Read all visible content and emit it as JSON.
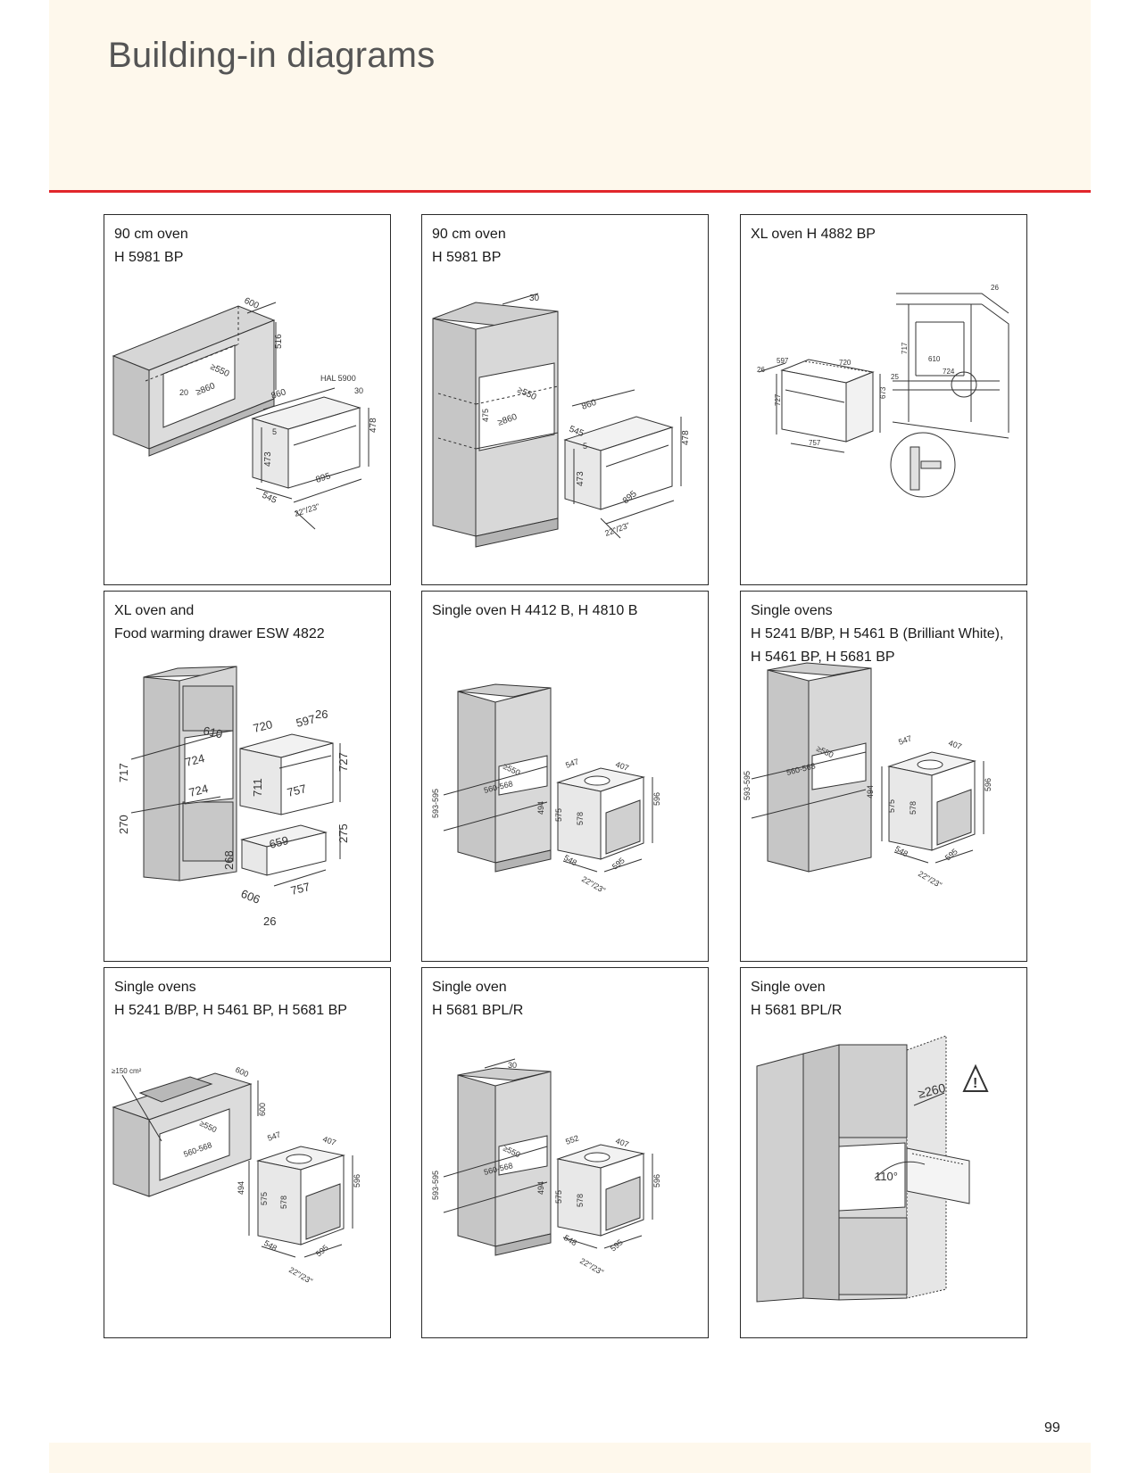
{
  "page": {
    "title": "Building-in diagrams",
    "number": "99"
  },
  "colors": {
    "accent_rule": "#e1262b",
    "band": "#fef8ec"
  },
  "panels": [
    {
      "lines": [
        "90 cm oven",
        "H 5981 BP"
      ],
      "dims": {
        "a": "600",
        "b": "516",
        "c": "≥550",
        "d": "≥860",
        "e": "20",
        "f": "HAL 5900",
        "g": "30",
        "h": "860",
        "i": "5",
        "j": "478",
        "k": "473",
        "l": "895",
        "m": "545",
        "n": "22\"/23\""
      }
    },
    {
      "lines": [
        "90 cm oven",
        "H 5981 BP"
      ],
      "dims": {
        "a": "30",
        "b": "≥550",
        "c": "475",
        "d": "≥860",
        "e": "860",
        "f": "545",
        "g": "5",
        "h": "478",
        "i": "473",
        "j": "895",
        "k": "22\"/23\""
      }
    },
    {
      "lines": [
        "XL oven H 4882 BP"
      ],
      "dims": {
        "a": "26",
        "b": "597",
        "c": "720",
        "d": "727",
        "e": "673",
        "f": "757",
        "g": "717",
        "h": "610",
        "i": "724",
        "j": "25",
        "k": "26"
      }
    },
    {
      "lines": [
        "XL oven and",
        "Food warming drawer ESW 4822"
      ],
      "dims": {
        "a": "717",
        "b": "610",
        "c": "724",
        "d": "724",
        "e": "270",
        "f": "720",
        "g": "597",
        "h": "26",
        "i": "711",
        "j": "757",
        "k": "727",
        "l": "659",
        "m": "275",
        "n": "268",
        "o": "606",
        "p": "757",
        "q": "26"
      }
    },
    {
      "lines": [
        "Single oven H 4412 B, H 4810 B"
      ],
      "dims": {
        "a": "593-595",
        "b": "≥550",
        "c": "560-568",
        "d": "547",
        "e": "407",
        "f": "494",
        "g": "575",
        "h": "578",
        "i": "596",
        "j": "548",
        "k": "595",
        "l": "22\"/23\""
      }
    },
    {
      "lines": [
        "Single ovens",
        "H 5241 B/BP, H 5461 B (Brilliant White),",
        "H 5461 BP, H 5681 BP"
      ],
      "dims": {
        "a": "593-595",
        "b": "≥550",
        "c": "560-568",
        "d": "547",
        "e": "407",
        "f": "494",
        "g": "575",
        "h": "578",
        "i": "596",
        "j": "548",
        "k": "595",
        "l": "22\"/23\""
      }
    },
    {
      "lines": [
        "Single ovens",
        "H 5241 B/BP, H 5461 BP, H 5681 BP"
      ],
      "dims": {
        "a": "≥150 cm²",
        "b": "600",
        "c": "600",
        "d": "≥550",
        "e": "560-568",
        "f": "547",
        "g": "407",
        "h": "494",
        "i": "575",
        "j": "578",
        "k": "596",
        "l": "548",
        "m": "595",
        "n": "22\"/23\""
      }
    },
    {
      "lines": [
        "Single oven",
        "H 5681 BPL/R"
      ],
      "dims": {
        "a": "30",
        "b": "≥550",
        "c": "593-595",
        "d": "560-568",
        "e": "552",
        "f": "407",
        "g": "494",
        "h": "575",
        "i": "578",
        "j": "596",
        "k": "548",
        "l": "595",
        "m": "22\"/23\""
      }
    },
    {
      "lines": [
        "Single oven",
        "H 5681 BPL/R"
      ],
      "dims": {
        "a": "≥260",
        "b": "110°",
        "c": "!"
      }
    }
  ]
}
